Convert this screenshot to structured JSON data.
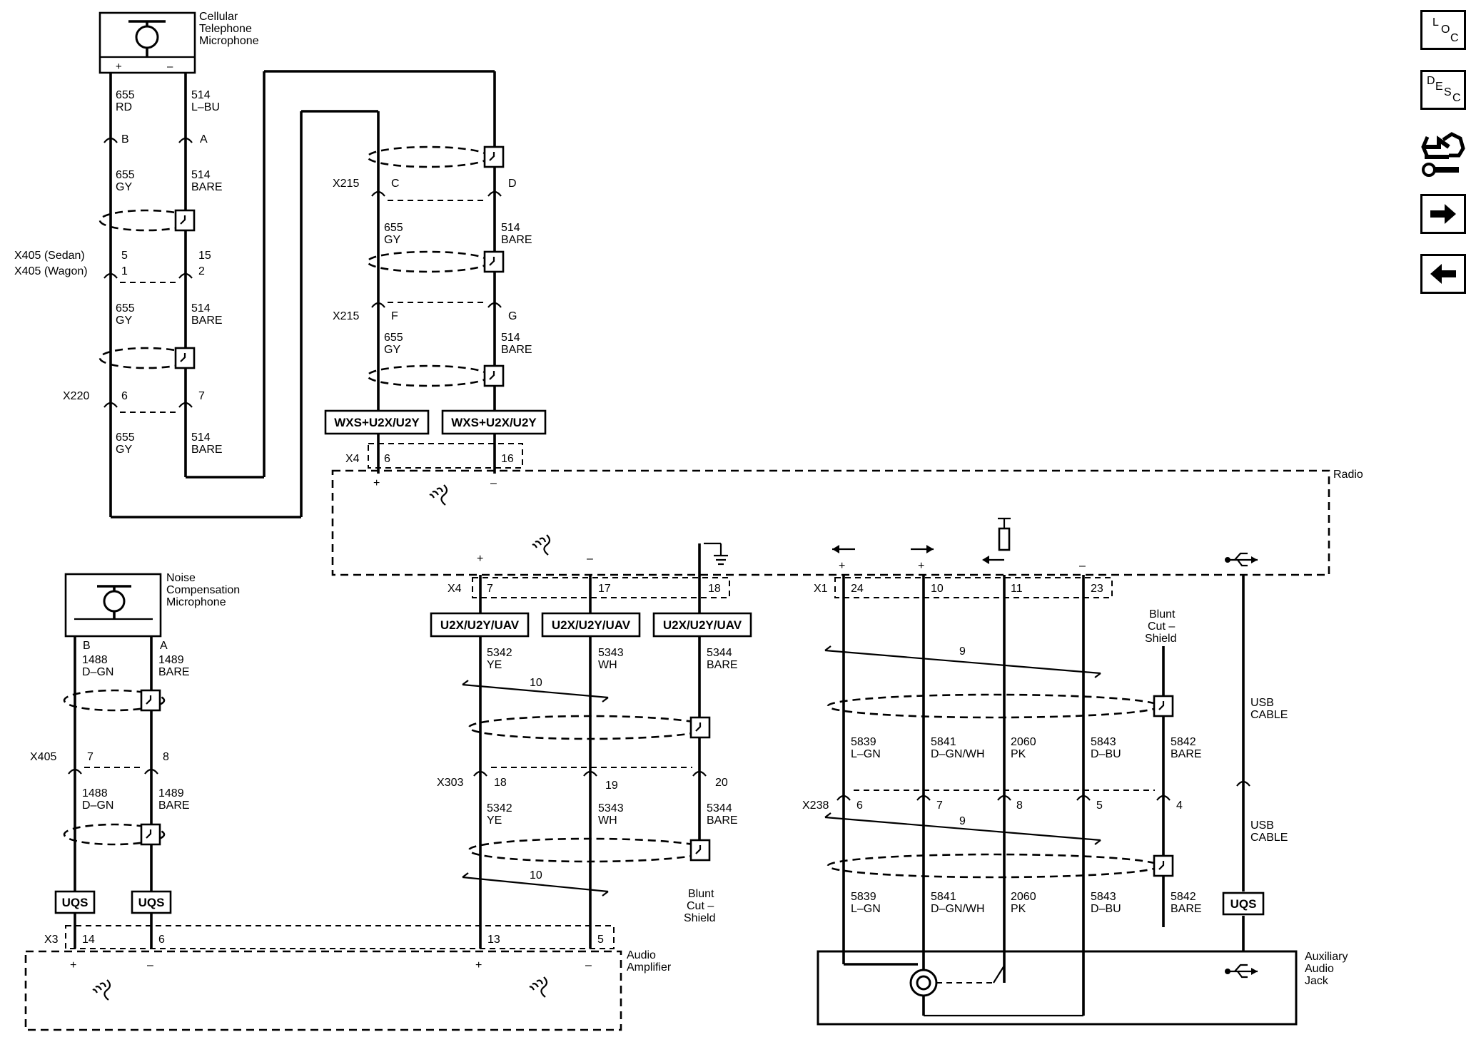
{
  "nav": {
    "loc": {
      "l1": "L",
      "l2": "O",
      "l3": "C"
    },
    "desc": {
      "l1": "D",
      "l2": "E",
      "l3": "S",
      "l4": "C"
    }
  },
  "components": {
    "cell_mic": [
      "Cellular",
      "Telephone",
      "Microphone"
    ],
    "noise_mic": [
      "Noise",
      "Compensation",
      "Microphone"
    ],
    "radio": "Radio",
    "amp": [
      "Audio",
      "Amplifier"
    ],
    "aux": [
      "Auxiliary",
      "Audio",
      "Jack"
    ]
  },
  "options": {
    "wxs": "WXS+U2X/U2Y",
    "u2x": "U2X/U2Y/UAV",
    "uqs": "UQS"
  },
  "connectors": {
    "x405_sedan": "X405 (Sedan)",
    "x405_wagon": "X405 (Wagon)",
    "x220": "X220",
    "x215": "X215",
    "x4": "X4",
    "x1": "X1",
    "x303": "X303",
    "x405": "X405",
    "x238": "X238",
    "x3": "X3"
  },
  "pins": {
    "a": "A",
    "b": "B",
    "c": "C",
    "d": "D",
    "f": "F",
    "g": "G",
    "p1": "1",
    "p2": "2",
    "p4": "4",
    "p5": "5",
    "p6": "6",
    "p7": "7",
    "p8": "8",
    "p10": "10",
    "p11": "11",
    "p13": "13",
    "p14": "14",
    "p15": "15",
    "p16": "16",
    "p17": "17",
    "p18": "18",
    "p19": "19",
    "p20": "20",
    "p23": "23",
    "p24": "24"
  },
  "circuits": {
    "c655": "655",
    "c514": "514",
    "c1488": "1488",
    "c1489": "1489",
    "c5342": "5342",
    "c5343": "5343",
    "c5344": "5344",
    "c5839": "5839",
    "c5841": "5841",
    "c2060": "2060",
    "c5843": "5843",
    "c5842": "5842"
  },
  "colors": {
    "rd": "RD",
    "lbu": "L–BU",
    "gy": "GY",
    "bare": "BARE",
    "dgn": "D–GN",
    "ye": "YE",
    "wh": "WH",
    "lgn": "L–GN",
    "dgnwh": "D–GN/WH",
    "pk": "PK",
    "dbu": "D–BU"
  },
  "twist": {
    "t10": "10",
    "t9": "9"
  },
  "shield": [
    "Blunt",
    "Cut –",
    "Shield"
  ],
  "usb": [
    "USB",
    "CABLE"
  ],
  "signs": {
    "plus": "+",
    "minus": "–"
  }
}
